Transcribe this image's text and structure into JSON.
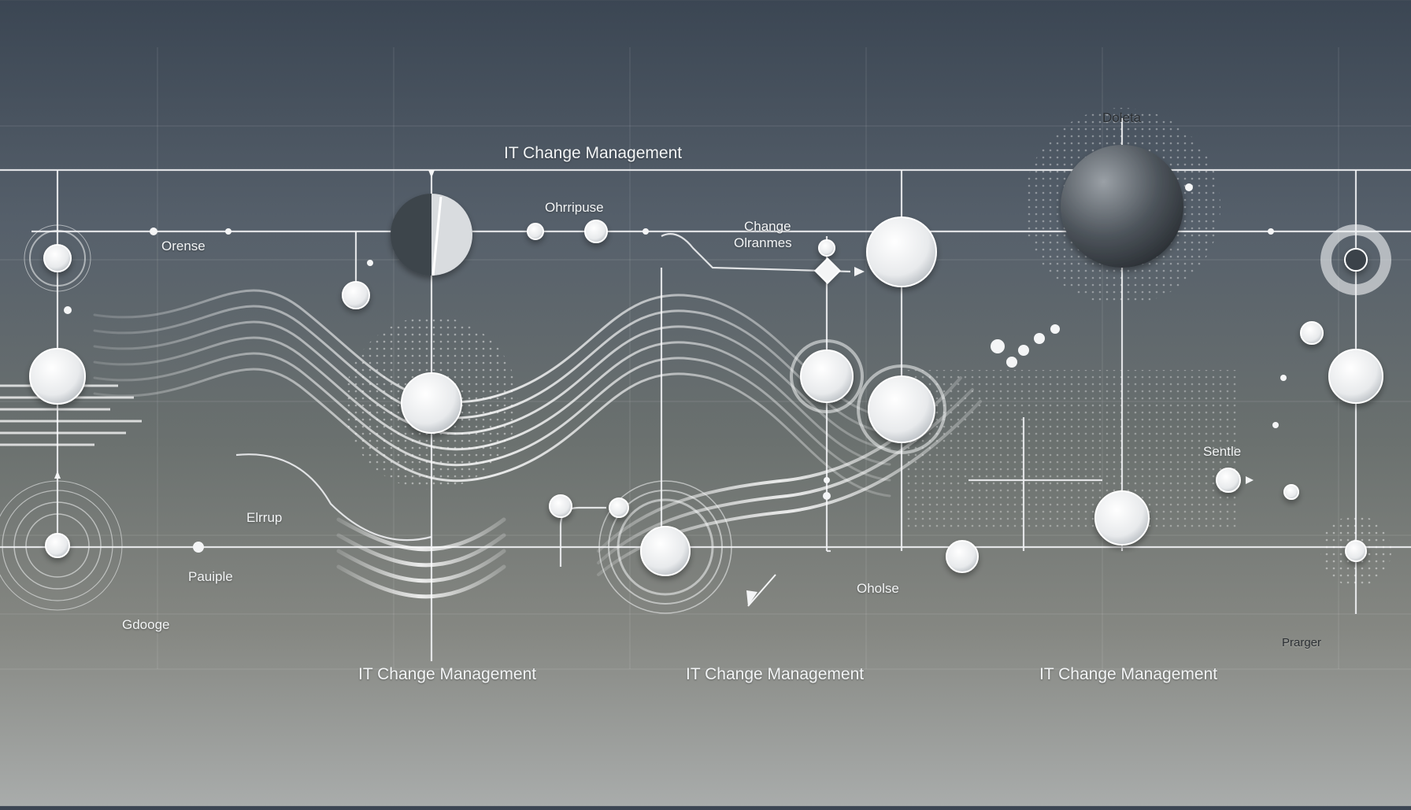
{
  "diagram": {
    "header_label": "IT Change Management",
    "node_labels": {
      "top_right": "Doleta",
      "top_middle": "Ohrripuse",
      "change": "Change",
      "change_sub": "Olranmes",
      "left_upper": "Orense",
      "left_middle": "Elrrup",
      "left_lower": "Pauiple",
      "left_bottom": "Gdooge",
      "center_lower": "Oholse",
      "right_middle": "Sentle",
      "right_bottom": "Prarger"
    },
    "footer_labels": [
      "IT Change Management",
      "IT Change Management",
      "IT Change Management"
    ]
  },
  "colors": {
    "background_top": "#3b4653",
    "background_bottom": "#a9acab",
    "line": "#e9ecef",
    "node_fill": "#f4f5f6"
  }
}
